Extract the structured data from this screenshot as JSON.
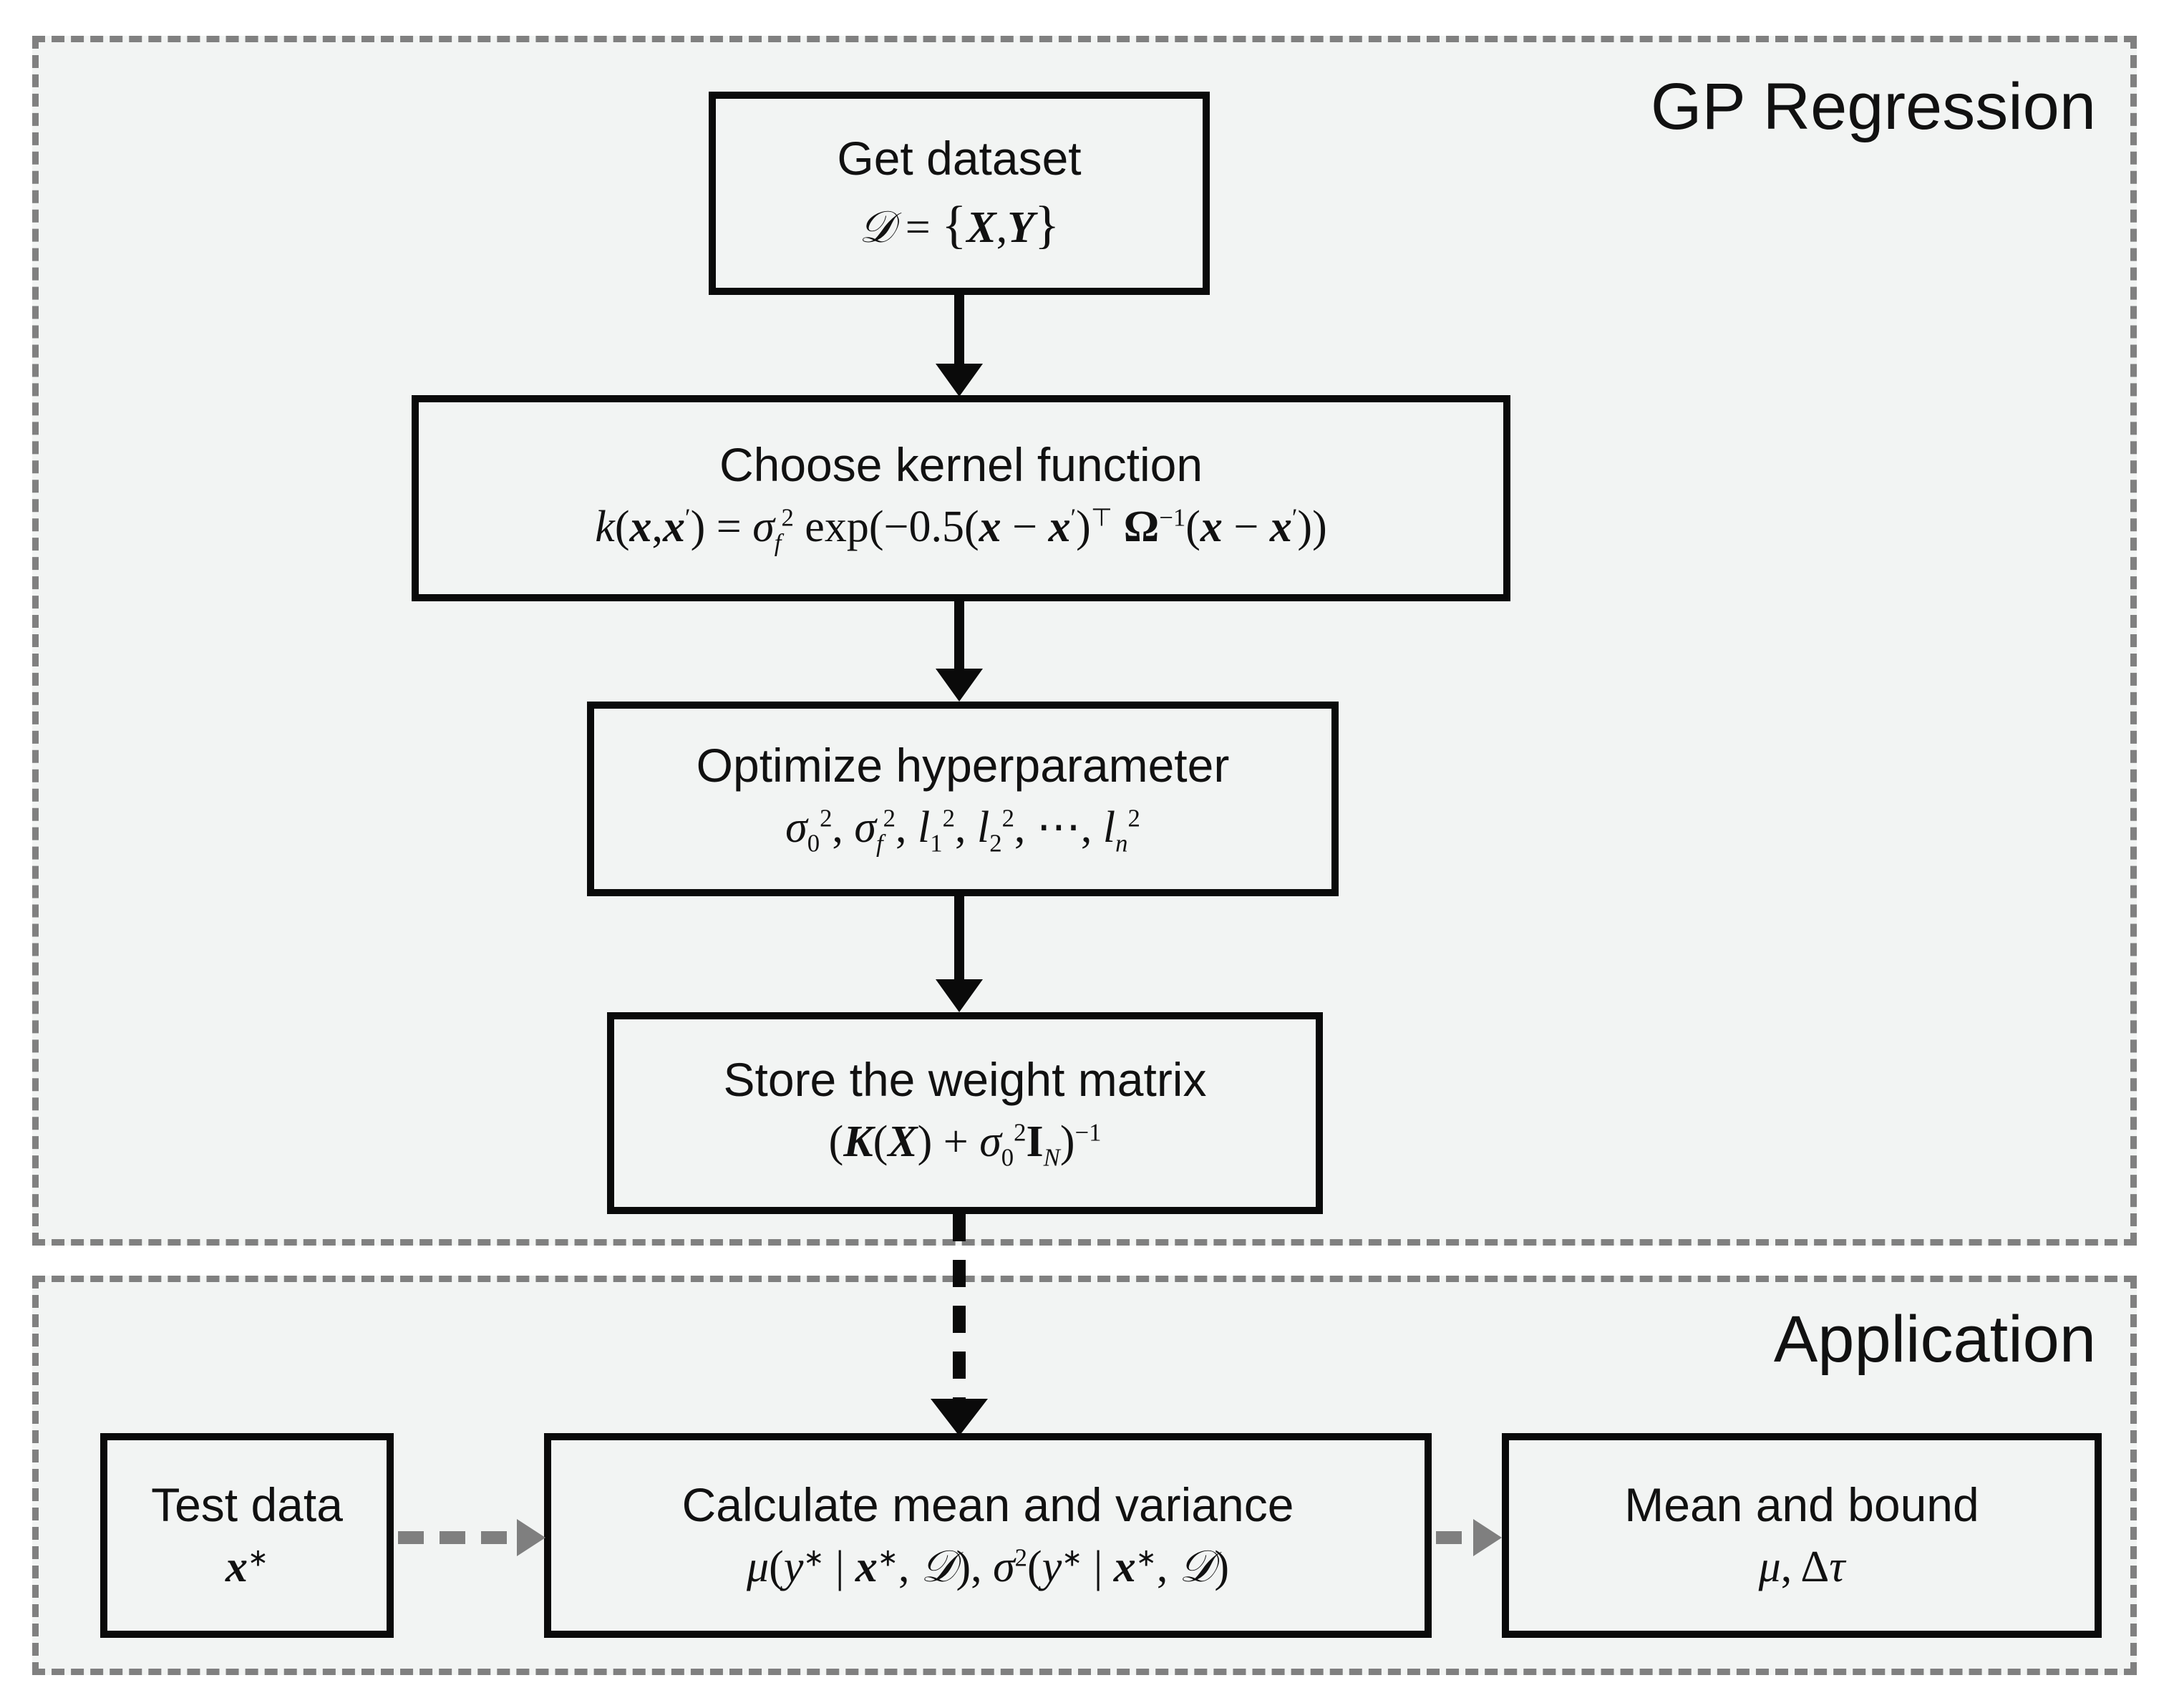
{
  "diagram": {
    "sections": {
      "gp": {
        "title": "GP Regression"
      },
      "application": {
        "title": "Application"
      }
    },
    "boxes": {
      "dataset": {
        "title": "Get dataset",
        "formula_text": "D = {X,Y}"
      },
      "kernel": {
        "title": "Choose kernel function",
        "formula_text": "k(x,x') = σ_f^2 exp(−0.5(x − x')ᵀ Ω⁻¹(x − x'))"
      },
      "hyper": {
        "title": "Optimize hyperparameter",
        "formula_text": "σ_0^2, σ_f^2, l_1^2, l_2^2, ⋯, l_n^2"
      },
      "weight": {
        "title": "Store the weight matrix",
        "formula_text": "(K(X) + σ_0^2 I_N)⁻¹"
      },
      "testdata": {
        "title": "Test data",
        "formula_text": "x*"
      },
      "calculate": {
        "title": "Calculate mean and variance",
        "formula_text": "μ(y* | x*, D), σ²(y* | x*, D)"
      },
      "meanbound": {
        "title": "Mean and bound",
        "formula_text": "μ, Δτ"
      }
    },
    "connectors": [
      {
        "name": "dataset-to-kernel",
        "style": "solid",
        "color": "#0a0a0a",
        "direction": "down"
      },
      {
        "name": "kernel-to-hyper",
        "style": "solid",
        "color": "#0a0a0a",
        "direction": "down"
      },
      {
        "name": "hyper-to-weight",
        "style": "solid",
        "color": "#0a0a0a",
        "direction": "down"
      },
      {
        "name": "weight-to-calculate",
        "style": "dashed",
        "color": "#0a0a0a",
        "direction": "down"
      },
      {
        "name": "testdata-to-calculate",
        "style": "dashed",
        "color": "#7f7f7f",
        "direction": "right"
      },
      {
        "name": "calculate-to-meanbound",
        "style": "dashed",
        "color": "#7f7f7f",
        "direction": "right"
      }
    ],
    "colors": {
      "panel_background": "#f2f4f3",
      "panel_border": "#808080",
      "box_border": "#0a0a0a",
      "text": "#111111",
      "page_background": "#ffffff"
    }
  }
}
